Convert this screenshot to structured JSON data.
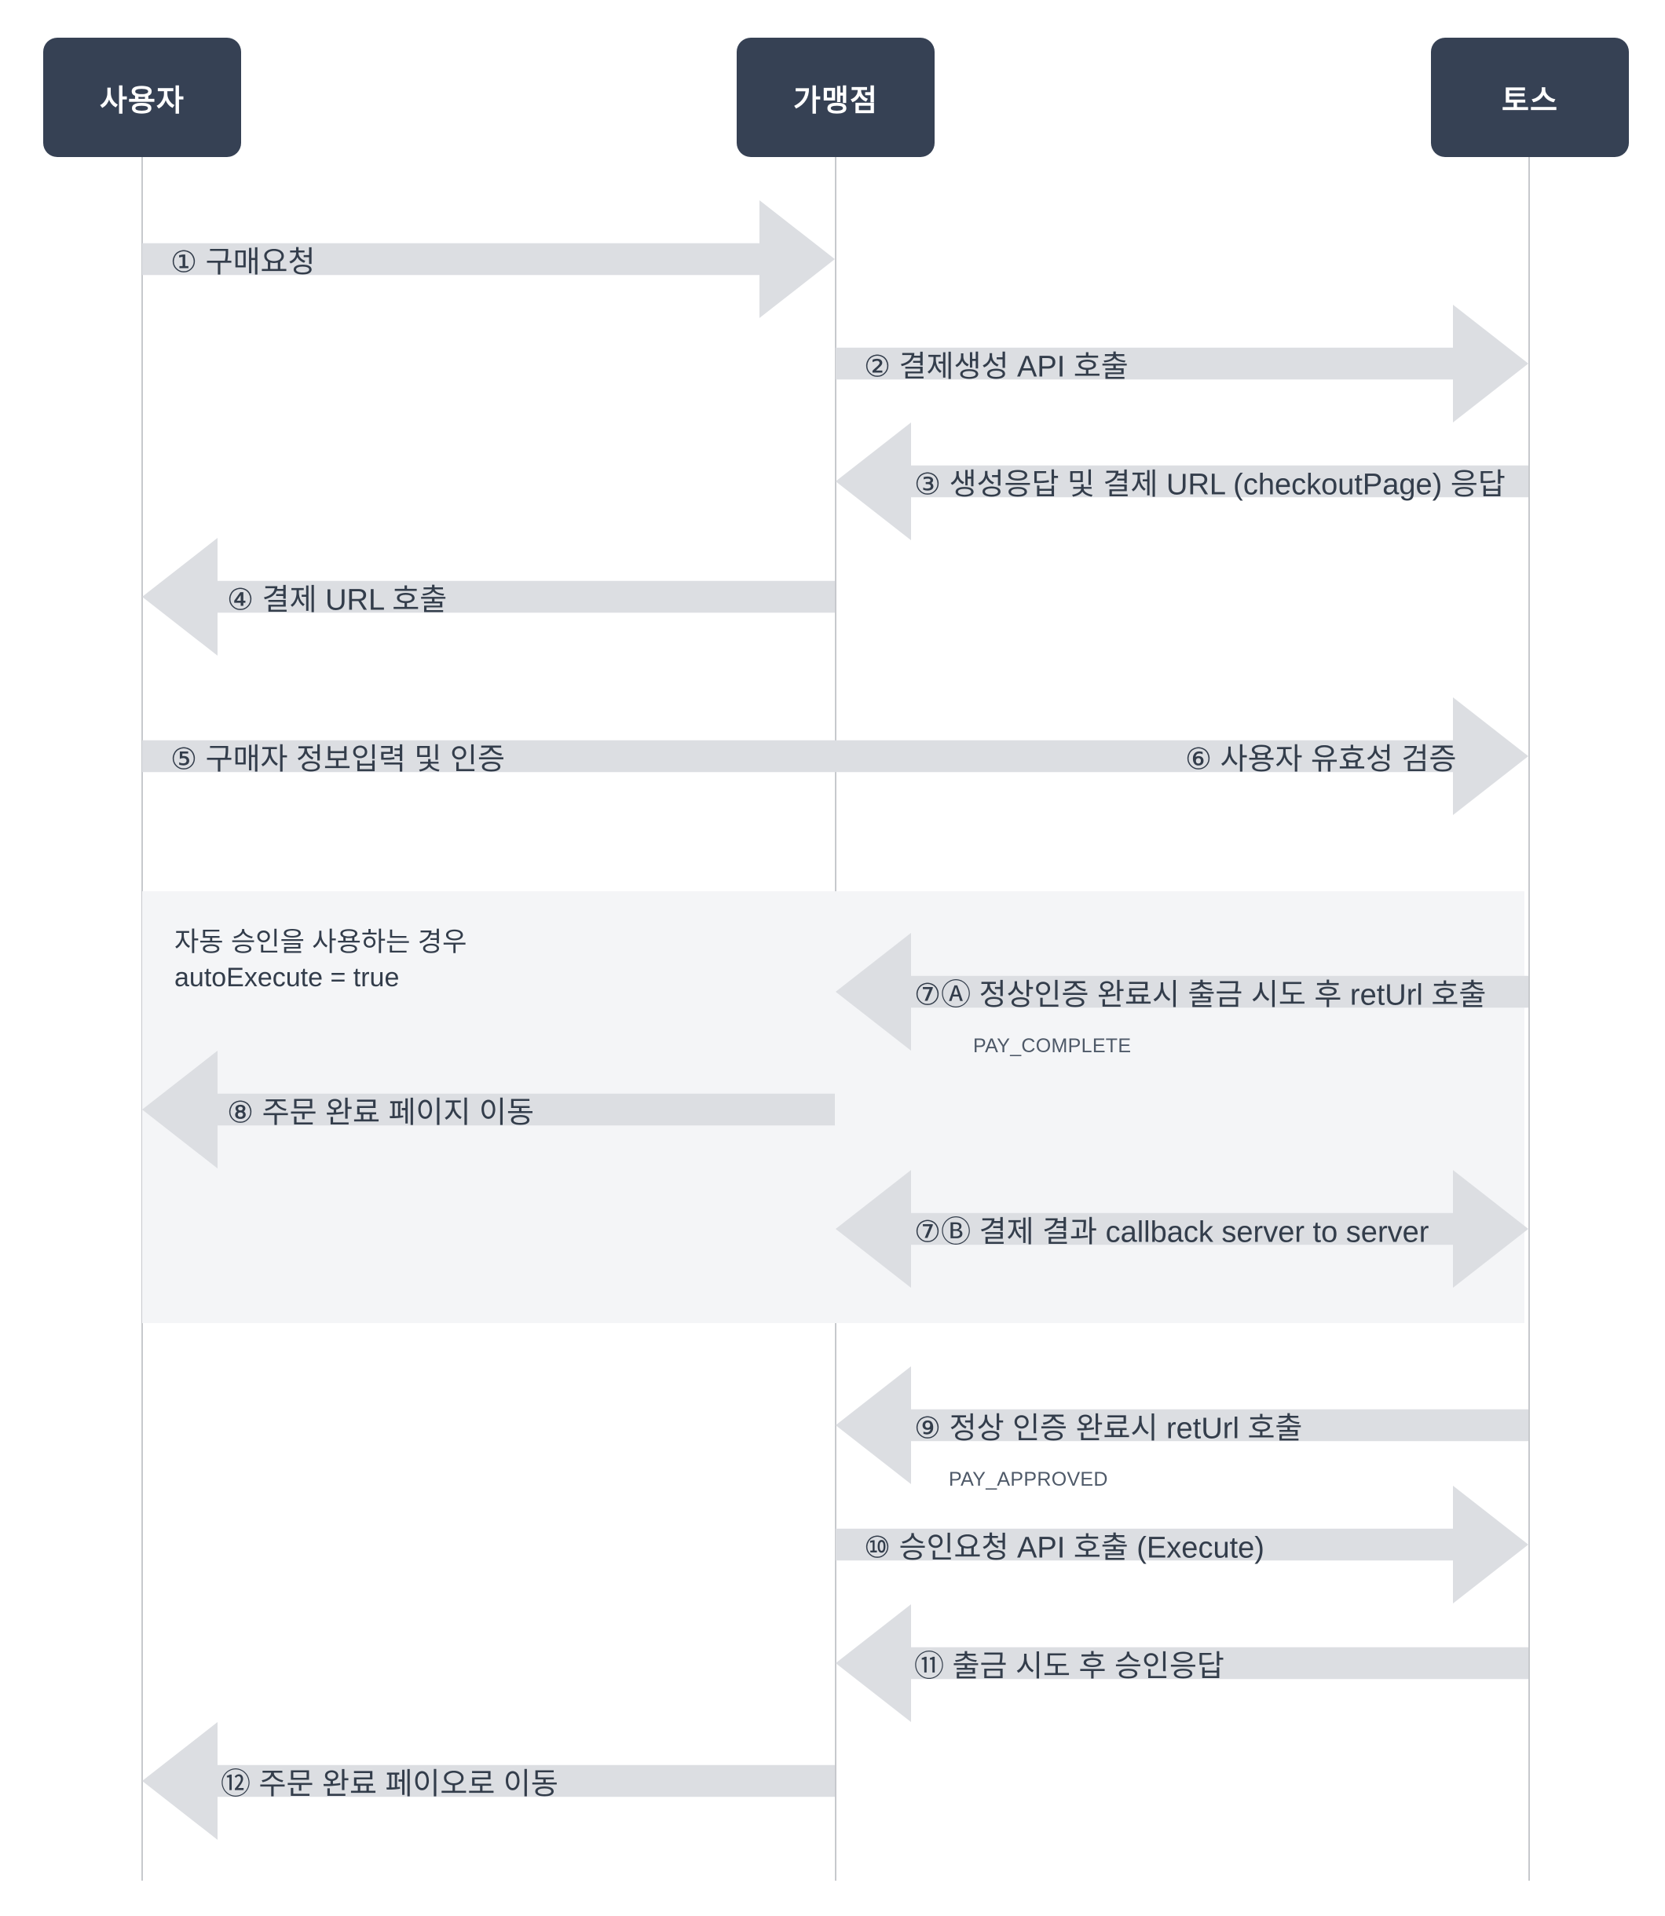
{
  "actors": {
    "user": "사용자",
    "merchant": "가맹점",
    "toss": "토스"
  },
  "group": {
    "note_line1": "자동 승인을 사용하는 경우",
    "note_line2": "autoExecute = true"
  },
  "messages": {
    "m1": "① 구매요청",
    "m2": "② 결제생성 API 호출",
    "m3": "③ 생성응답 및 결제 URL (checkoutPage) 응답",
    "m4": "④ 결제 URL 호출",
    "m5": "⑤ 구매자 정보입력 및 인증",
    "m6": "⑥ 사용자 유효성 검증",
    "m7a": "⑦Ⓐ 정상인증 완료시 출금 시도 후 retUrl 호출",
    "m7a_code": "PAY_COMPLETE",
    "m8": "⑧ 주문 완료 페이지 이동",
    "m7b": "⑦Ⓑ 결제 결과 callback server to server",
    "m9": "⑨ 정상 인증 완료시 retUrl 호출",
    "m9_code": "PAY_APPROVED",
    "m10": "⑩ 승인요청 API 호출 (Execute)",
    "m11": "⑪ 출금 시도 후 승인응답",
    "m12": "⑫ 주문 완료 페이오로 이동"
  },
  "colors": {
    "actor_bg": "#364154",
    "arrow_fill": "#dcdee2",
    "group_bg": "#f4f5f7",
    "lifeline": "#c7c9cd"
  }
}
